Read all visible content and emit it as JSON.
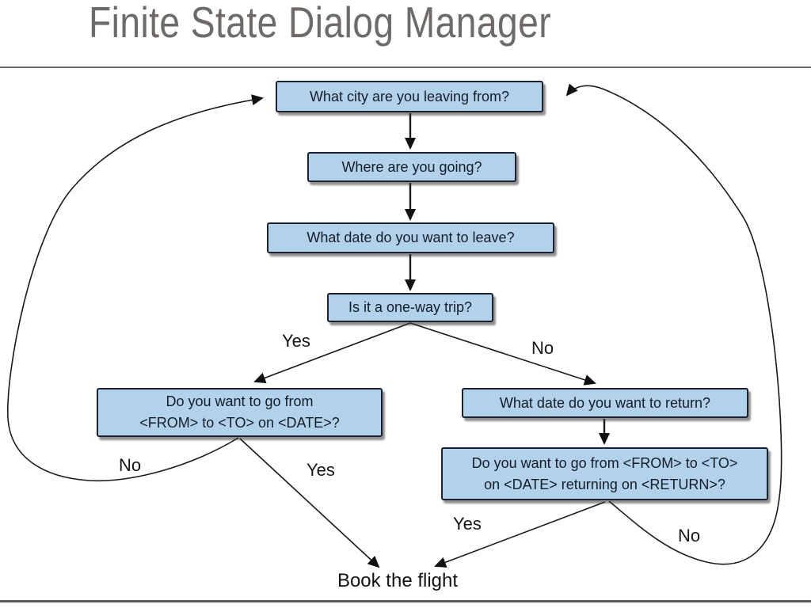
{
  "slide": {
    "title": "Finite State Dialog Manager"
  },
  "flowchart": {
    "nodes": [
      {
        "id": "ask-departure-city",
        "label": "What city are you leaving from?"
      },
      {
        "id": "ask-destination",
        "label": "Where are you going?"
      },
      {
        "id": "ask-leave-date",
        "label": "What date do you want to leave?"
      },
      {
        "id": "ask-one-way",
        "label": "Is it a one-way trip?"
      },
      {
        "id": "confirm-one-way",
        "label": "Do you want to go from <FROM> to <TO> on <DATE>?",
        "line1": "Do you want to go from",
        "line2": "<FROM> to <TO> on <DATE>?"
      },
      {
        "id": "ask-return-date",
        "label": "What date do you want to return?"
      },
      {
        "id": "confirm-round-trip",
        "label": "Do you want to go from <FROM> to <TO> on <DATE> returning on <RETURN>?",
        "line1": "Do you want to go from <FROM> to <TO>",
        "line2": "on <DATE> returning on <RETURN>?"
      }
    ],
    "edge_labels": {
      "one_way_yes": "Yes",
      "one_way_no": "No",
      "confirm_one_way_no": "No",
      "confirm_one_way_yes": "Yes",
      "confirm_round_trip_yes": "Yes",
      "confirm_round_trip_no": "No"
    },
    "terminal": "Book the flight"
  },
  "colors": {
    "node_fill": "#b2d2ec",
    "node_border": "#1a2230",
    "connector": "#1a1a1a",
    "title": "#6e6a68",
    "rule": "#6a6a6a"
  }
}
